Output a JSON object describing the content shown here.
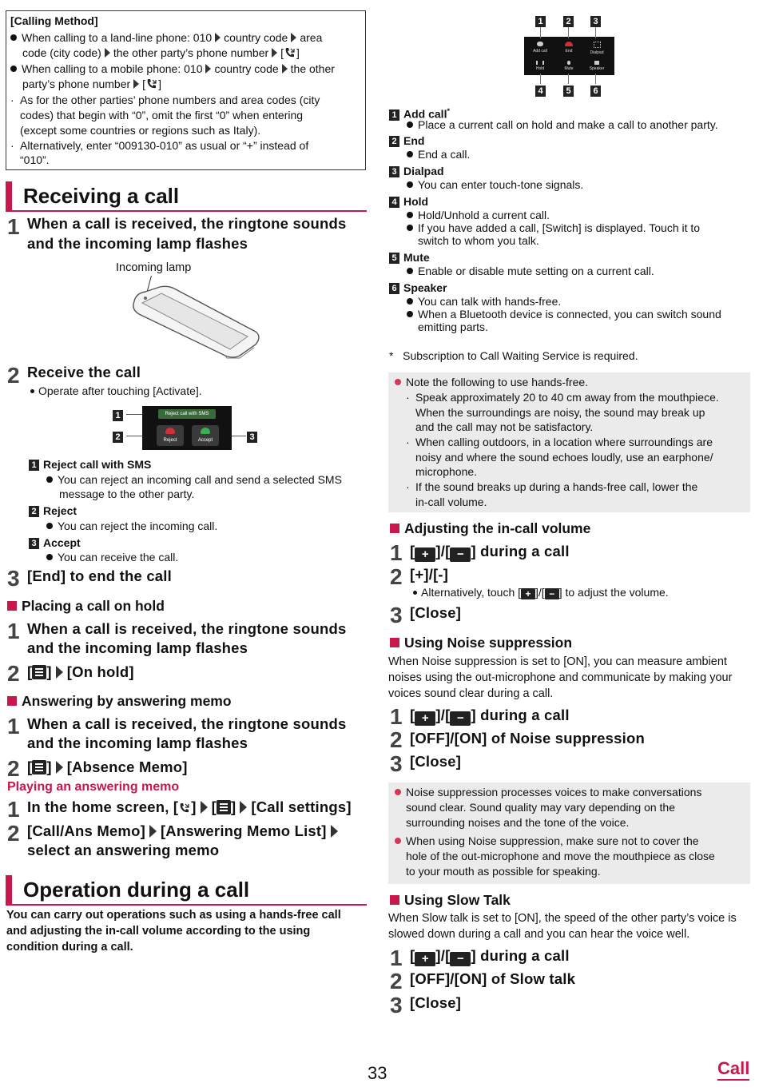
{
  "calling_method": {
    "title": "[Calling Method]",
    "landline_a": "When calling to a land-line phone: 010",
    "landline_b": "country code",
    "landline_c": "area",
    "landline_d": "code (city code)",
    "landline_e": "the other party’s phone number",
    "landline_f": "[",
    "landline_g": "]",
    "mobile_a": "When calling to a mobile phone: 010",
    "mobile_b": "country code",
    "mobile_c": "the other",
    "mobile_d": "party’s phone number",
    "mobile_e": "[",
    "mobile_f": "]",
    "note1_l1": "As for the other parties’ phone numbers and area codes (city",
    "note1_l2": "codes) that begin with “0”, omit the first “0” when entering",
    "note1_l3": "(except some countries or regions such as Italy).",
    "note2_l1": "Alternatively, enter “009130-010” as usual or “+” instead of",
    "note2_l2": "“010”."
  },
  "receiving": {
    "heading": "Receiving a call",
    "step1_l1": "When a call is received, the ringtone sounds",
    "step1_l2": "and the incoming lamp flashes",
    "lamp_label": "Incoming lamp",
    "step2": "Receive the call",
    "step2_note": "Operate after touching [Activate].",
    "screen_sms": "Reject call with SMS",
    "screen_reject": "Reject",
    "screen_accept": "Accept",
    "items": [
      {
        "num": "1",
        "title": "Reject call with SMS",
        "l1": "You can reject an incoming call and send a selected SMS",
        "l2": "message to the other party."
      },
      {
        "num": "2",
        "title": "Reject",
        "l1": "You can reject the incoming call.",
        "l2": ""
      },
      {
        "num": "3",
        "title": "Accept",
        "l1": "You can receive the call.",
        "l2": ""
      }
    ],
    "step3": "[End] to end the call"
  },
  "hold": {
    "heading": "Placing a call on hold",
    "step1_l1": "When a call is received, the ringtone sounds",
    "step1_l2": "and the incoming lamp flashes",
    "step2_a": "[",
    "step2_b": "]",
    "step2_c": "[On hold]"
  },
  "memo": {
    "heading": "Answering by answering memo",
    "step1_l1": "When a call is received, the ringtone sounds",
    "step1_l2": "and the incoming lamp flashes",
    "step2_a": "[",
    "step2_b": "]",
    "step2_c": "[Absence Memo]",
    "sub_heading": "Playing an answering memo",
    "p1_a": "In the home screen, [",
    "p1_b": "]",
    "p1_c": "[",
    "p1_d": "]",
    "p1_e": "[Call settings]",
    "p2_a": "[Call/Ans Memo]",
    "p2_b": "[Answering Memo List]",
    "p2_c": "select an answering memo"
  },
  "operation": {
    "heading": "Operation during a call",
    "intro_l1": "You can carry out operations such as using a hands-free call",
    "intro_l2": "and adjusting the in-call volume according to the using",
    "intro_l3": "condition during a call.",
    "screen_labels": [
      "Add call",
      "End",
      "Dialpad",
      "Hold",
      "Mute",
      "Speaker"
    ],
    "items": [
      {
        "num": "1",
        "title": "Add call",
        "sup": "*",
        "lines": [
          "Place a current call on hold and make a call to another party."
        ]
      },
      {
        "num": "2",
        "title": "End",
        "sup": "",
        "lines": [
          "End a call."
        ]
      },
      {
        "num": "3",
        "title": "Dialpad",
        "sup": "",
        "lines": [
          "You can enter touch-tone signals."
        ]
      },
      {
        "num": "4",
        "title": "Hold",
        "sup": "",
        "lines": [
          "Hold/Unhold a current call.",
          "If you have added a call, [Switch] is displayed. Touch it to",
          "switch to whom you talk."
        ]
      },
      {
        "num": "5",
        "title": "Mute",
        "sup": "",
        "lines": [
          "Enable or disable mute setting on a current call."
        ]
      },
      {
        "num": "6",
        "title": "Speaker",
        "sup": "",
        "lines": [
          "You can talk with hands-free.",
          "When a Bluetooth device is connected, you can switch sound",
          "emitting parts."
        ]
      }
    ],
    "footnote": "*   Subscription to Call Waiting Service is required.",
    "handsfree_note": {
      "lead": "Note the following to use hands-free.",
      "b1_l1": "Speak approximately 20 to 40 cm away from the mouthpiece.",
      "b1_l2": "When the surroundings are noisy, the sound may break up",
      "b1_l3": "and the call may not be satisfactory.",
      "b2_l1": "When calling outdoors, in a location where surroundings are",
      "b2_l2": "noisy and where the sound echoes loudly, use an earphone/",
      "b2_l3": "microphone.",
      "b3_l1": "If the sound breaks up during a hands-free call, lower the",
      "b3_l2": "in-call volume."
    }
  },
  "volume": {
    "heading": "Adjusting the in-call volume",
    "s1_a": "[",
    "s1_b": "]/[",
    "s1_c": "] during a call",
    "s2": "[+]/[-]",
    "s2_note_a": "Alternatively, touch [",
    "s2_note_b": "]/[",
    "s2_note_c": "] to adjust the volume.",
    "s3": "[Close]"
  },
  "noise": {
    "heading": "Using Noise suppression",
    "intro_l1": "When Noise suppression is set to [ON], you can measure ambient",
    "intro_l2": "noises using the out-microphone and communicate by making your",
    "intro_l3": "voices sound clear during a call.",
    "s1_a": "[",
    "s1_b": "]/[",
    "s1_c": "] during a call",
    "s2": "[OFF]/[ON] of Noise suppression",
    "s3": "[Close]",
    "note1_l1": "Noise suppression processes voices to make conversations",
    "note1_l2": "sound clear. Sound quality may vary depending on the",
    "note1_l3": "surrounding noises and the tone of the voice.",
    "note2_l1": "When using Noise suppression, make sure not to cover the",
    "note2_l2": "hole of the out-microphone and move the mouthpiece as close",
    "note2_l3": "to your mouth as possible for speaking."
  },
  "slow": {
    "heading": "Using Slow Talk",
    "intro_l1": "When Slow talk is set to [ON], the speed of the other party’s voice is",
    "intro_l2": "slowed down during a call and you can hear the voice well.",
    "s1_a": "[",
    "s1_b": "]/[",
    "s1_c": "] during a call",
    "s2": "[OFF]/[ON] of Slow talk",
    "s3": "[Close]"
  },
  "footer": {
    "page_number": "33",
    "section": "Call"
  },
  "colors": {
    "accent": "#c8174a",
    "note_bg": "#ebebeb"
  }
}
